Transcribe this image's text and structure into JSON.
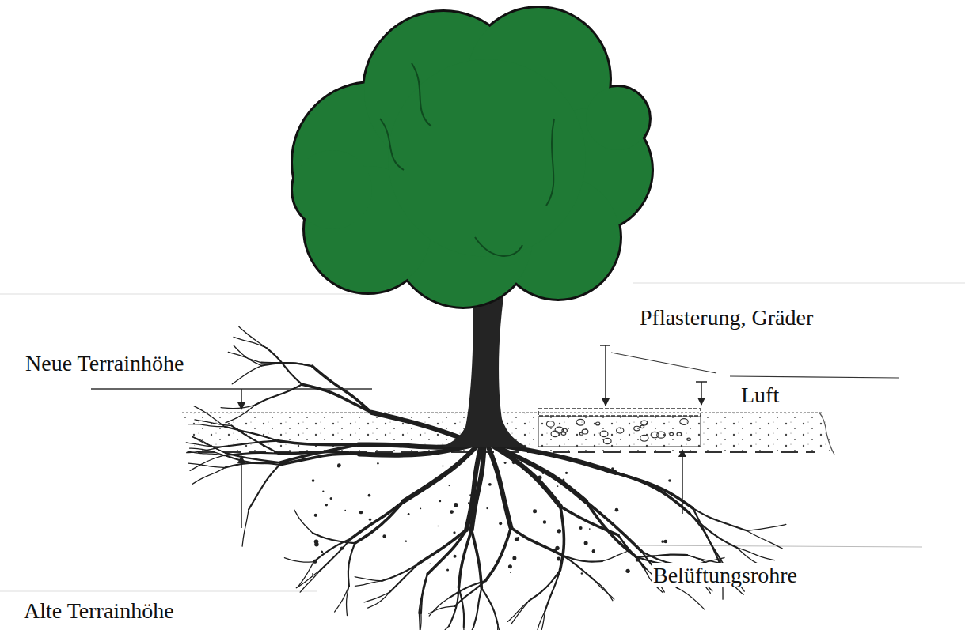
{
  "diagram": {
    "labels": [
      "Neue Terrainhöhe",
      "Pflasterung, Gräder",
      "Luft",
      "Belüftungsrohre",
      "Alte Terrainhöhe"
    ]
  }
}
